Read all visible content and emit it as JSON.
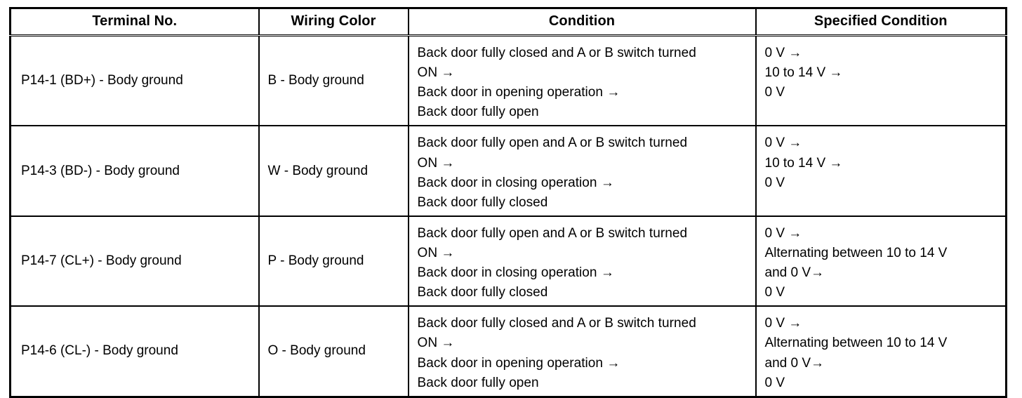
{
  "table": {
    "columns": [
      {
        "key": "terminal",
        "label": "Terminal No."
      },
      {
        "key": "wiring",
        "label": "Wiring Color"
      },
      {
        "key": "condition",
        "label": "Condition"
      },
      {
        "key": "specified",
        "label": "Specified Condition"
      }
    ],
    "rows": [
      {
        "terminal": "P14-1 (BD+) - Body ground",
        "wiring": "B - Body ground",
        "condition_lines": [
          "Back door fully closed and A or B switch turned",
          "ON →",
          "Back door in opening operation →",
          "Back door fully open"
        ],
        "specified_lines": [
          "0 V →",
          "10 to 14 V →",
          "0 V"
        ]
      },
      {
        "terminal": "P14-3 (BD-) - Body ground",
        "wiring": "W - Body ground",
        "condition_lines": [
          "Back door fully open and A or B switch turned",
          "ON →",
          "Back door in closing operation →",
          "Back door fully closed"
        ],
        "specified_lines": [
          "0 V →",
          "10 to 14 V →",
          "0 V"
        ]
      },
      {
        "terminal": "P14-7 (CL+) - Body ground",
        "wiring": "P - Body ground",
        "condition_lines": [
          "Back door fully open and A or B switch turned",
          "ON →",
          "Back door in closing operation →",
          "Back door fully closed"
        ],
        "specified_lines": [
          "0 V →",
          "Alternating between 10 to 14 V",
          "and 0 V→",
          "0 V"
        ]
      },
      {
        "terminal": "P14-6 (CL-) - Body ground",
        "wiring": "O - Body ground",
        "condition_lines": [
          "Back door fully closed and A or B switch turned",
          "ON →",
          "Back door in opening operation →",
          "Back door fully open"
        ],
        "specified_lines": [
          "0 V →",
          "Alternating between 10 to 14 V",
          "and 0 V→",
          "0 V"
        ]
      }
    ]
  },
  "style": {
    "border_color": "#000000",
    "text_color": "#000000",
    "background": "#ffffff"
  }
}
